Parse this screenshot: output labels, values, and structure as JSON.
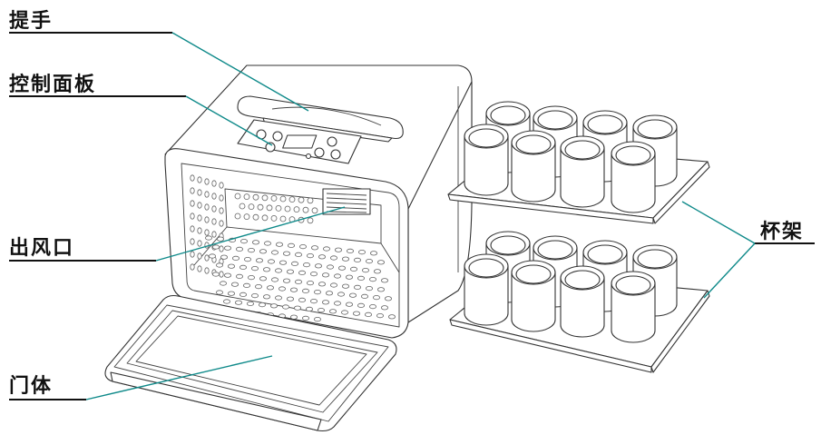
{
  "labels": {
    "handle": "提手",
    "control_panel": "控制面板",
    "air_outlet": "出风口",
    "door": "门体",
    "cup_rack": "杯架"
  },
  "colors": {
    "leader_line": "#0f8a8a",
    "outline": "#333333",
    "text": "#111111"
  }
}
